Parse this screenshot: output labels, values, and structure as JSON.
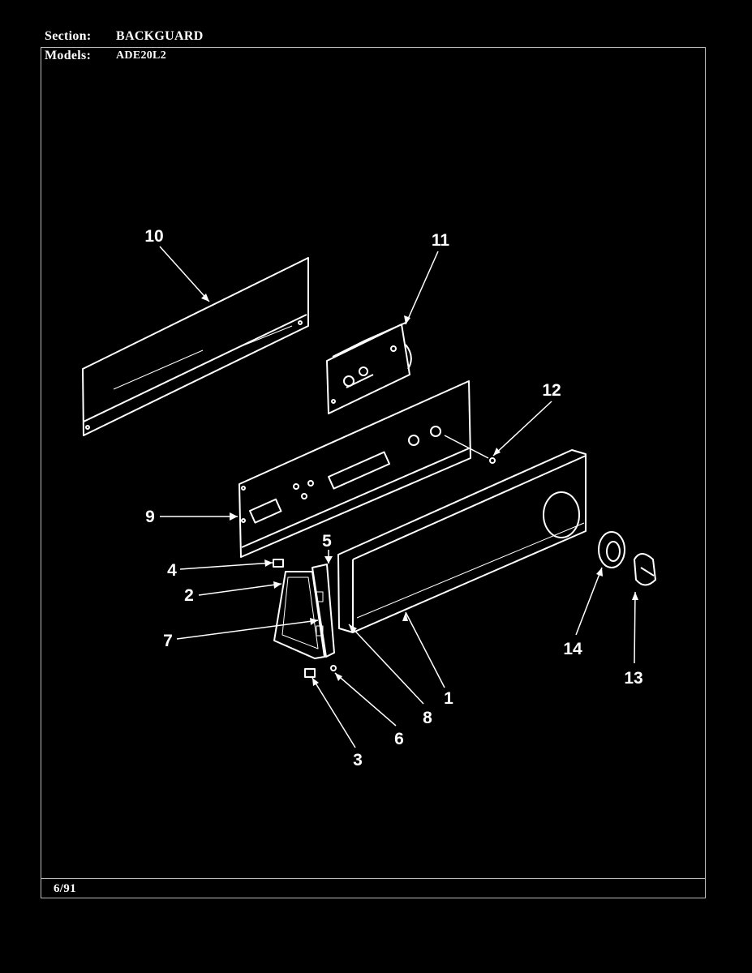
{
  "header": {
    "section_label": "Section:",
    "section_value": "BACKGUARD",
    "models_label": "Models:",
    "models_value": "ADE20L2"
  },
  "footer": {
    "date": "6/91"
  },
  "callouts": {
    "c1": "1",
    "c2": "2",
    "c3": "3",
    "c4": "4",
    "c5": "5",
    "c6": "6",
    "c7": "7",
    "c8": "8",
    "c9": "9",
    "c10": "10",
    "c11": "11",
    "c12": "12",
    "c13": "13",
    "c14": "14"
  }
}
